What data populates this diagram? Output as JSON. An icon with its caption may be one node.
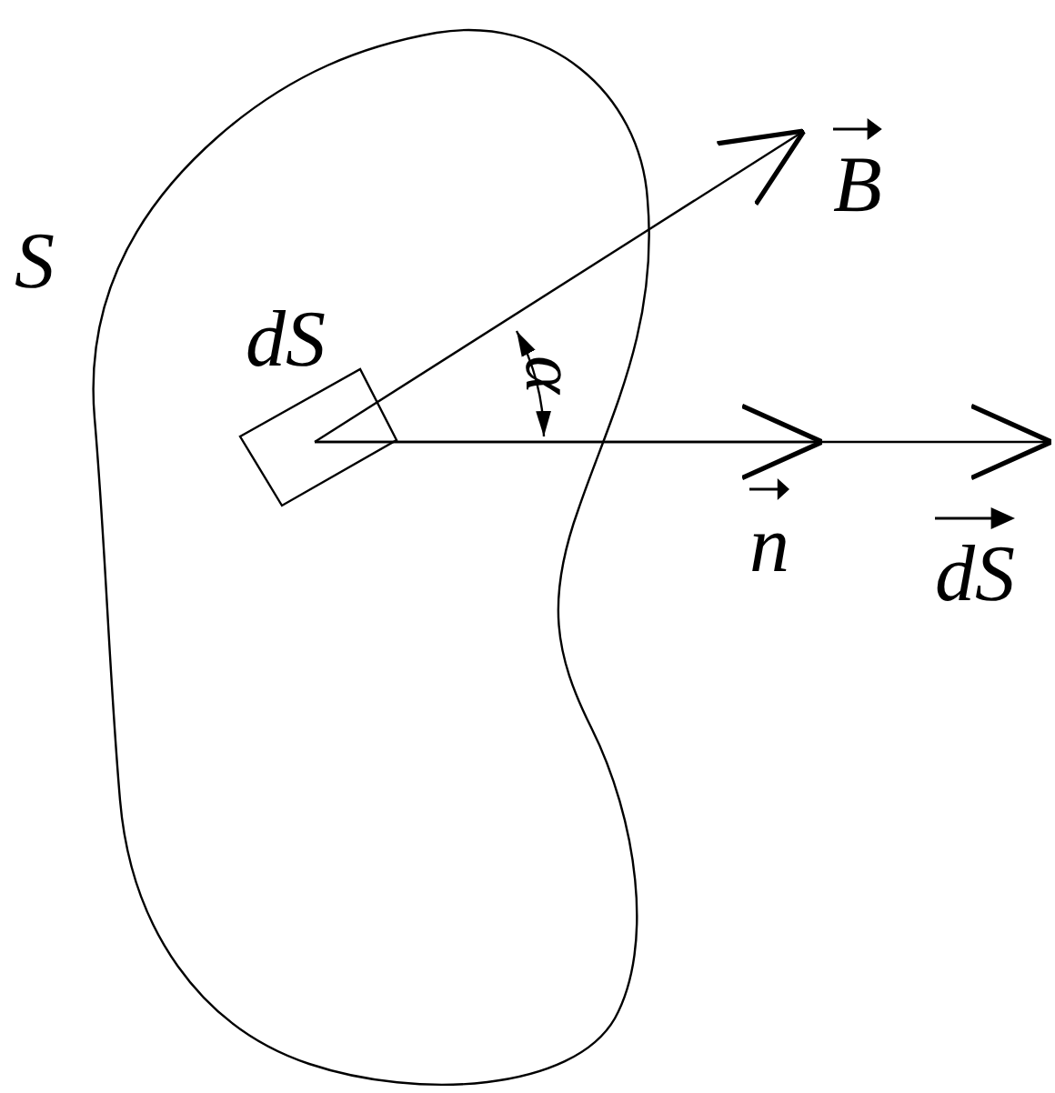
{
  "diagram": {
    "nodes": [
      {
        "text": [
          "S"
        ]
      },
      {
        "text": [
          "dS"
        ],
        "in": 0
      },
      {
        "text": [
          "B"
        ]
      },
      {
        "text": [
          "n"
        ]
      },
      {
        "text": [
          "dS"
        ]
      }
    ],
    "edges": [
      {
        "from": 1,
        "to": 2,
        "arrow": "to"
      },
      {
        "from": 1,
        "to": 3,
        "arrow": "to"
      },
      {
        "from": 1,
        "to": 4,
        "arrow": "to"
      }
    ],
    "labels": [
      "α"
    ]
  }
}
